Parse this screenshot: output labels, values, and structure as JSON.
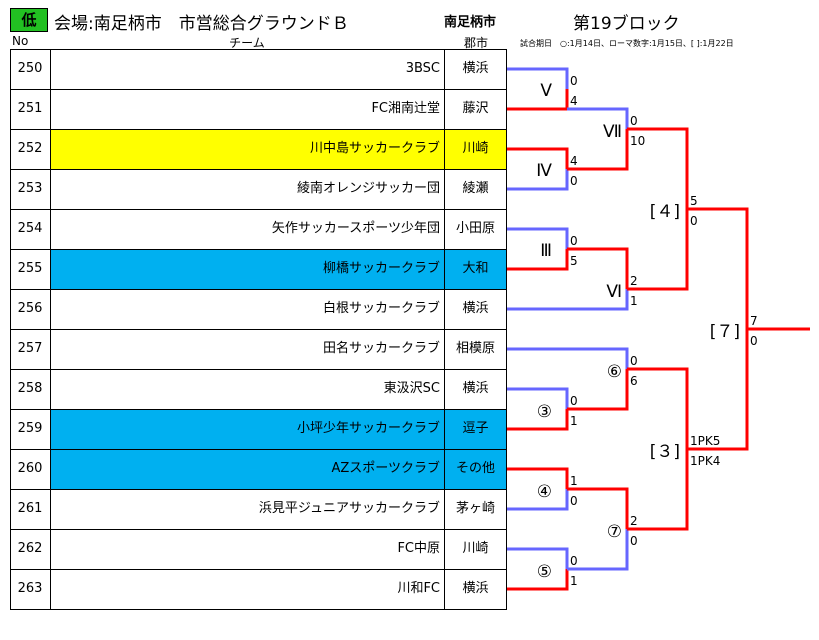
{
  "header": {
    "badge": "低",
    "title": "会場:南足柄市　市営総合グラウンドＢ",
    "city": "南足柄市",
    "block": "第19ブロック",
    "col_no": "No",
    "col_team": "チーム",
    "col_city": "郡市",
    "date_note": "試合期日　○:1月14日、ローマ数字:1月15日、[ ]:1月22日"
  },
  "colors": {
    "badge": "#22c022",
    "yellow": "#ffff00",
    "blue": "#00b0f0",
    "winner_line": "#ff0000",
    "loser_line": "#6666ff"
  },
  "teams": [
    {
      "no": "250",
      "team": "3BSC",
      "city": "横浜",
      "highlight": ""
    },
    {
      "no": "251",
      "team": "FC湘南辻堂",
      "city": "藤沢",
      "highlight": ""
    },
    {
      "no": "252",
      "team": "川中島サッカークラブ",
      "city": "川崎",
      "highlight": "yellow"
    },
    {
      "no": "253",
      "team": "綾南オレンジサッカー団",
      "city": "綾瀬",
      "highlight": ""
    },
    {
      "no": "254",
      "team": "矢作サッカースポーツ少年団",
      "city": "小田原",
      "highlight": ""
    },
    {
      "no": "255",
      "team": "柳橋サッカークラブ",
      "city": "大和",
      "highlight": "blue"
    },
    {
      "no": "256",
      "team": "白根サッカークラブ",
      "city": "横浜",
      "highlight": ""
    },
    {
      "no": "257",
      "team": "田名サッカークラブ",
      "city": "相模原",
      "highlight": ""
    },
    {
      "no": "258",
      "team": "東汲沢SC",
      "city": "横浜",
      "highlight": ""
    },
    {
      "no": "259",
      "team": "小坪少年サッカークラブ",
      "city": "逗子",
      "highlight": "blue"
    },
    {
      "no": "260",
      "team": "AZスポーツクラブ",
      "city": "その他",
      "highlight": "blue"
    },
    {
      "no": "261",
      "team": "浜見平ジュニアサッカークラブ",
      "city": "茅ヶ崎",
      "highlight": ""
    },
    {
      "no": "262",
      "team": "FC中原",
      "city": "川崎",
      "highlight": ""
    },
    {
      "no": "263",
      "team": "川和FC",
      "city": "横浜",
      "highlight": ""
    }
  ],
  "bracket": {
    "matches": [
      {
        "label": "Ⅴ",
        "score_top": "0",
        "score_bottom": "4"
      },
      {
        "label": "Ⅳ",
        "score_top": "4",
        "score_bottom": "0"
      },
      {
        "label": "Ⅲ",
        "score_top": "0",
        "score_bottom": "5"
      },
      {
        "label": "③",
        "score_top": "0",
        "score_bottom": "1"
      },
      {
        "label": "④",
        "score_top": "1",
        "score_bottom": "0"
      },
      {
        "label": "⑤",
        "score_top": "0",
        "score_bottom": "1"
      },
      {
        "label": "Ⅶ",
        "score_top": "0",
        "score_bottom": "10"
      },
      {
        "label": "Ⅵ",
        "score_top": "2",
        "score_bottom": "1"
      },
      {
        "label": "⑥",
        "score_top": "0",
        "score_bottom": "6"
      },
      {
        "label": "⑦",
        "score_top": "2",
        "score_bottom": "0"
      },
      {
        "label": "[４]",
        "score_top": "5",
        "score_bottom": "0"
      },
      {
        "label": "[３]",
        "score_top": "1PK5",
        "score_bottom": "1PK4"
      },
      {
        "label": "[７]",
        "score_top": "7",
        "score_bottom": "0"
      }
    ]
  }
}
